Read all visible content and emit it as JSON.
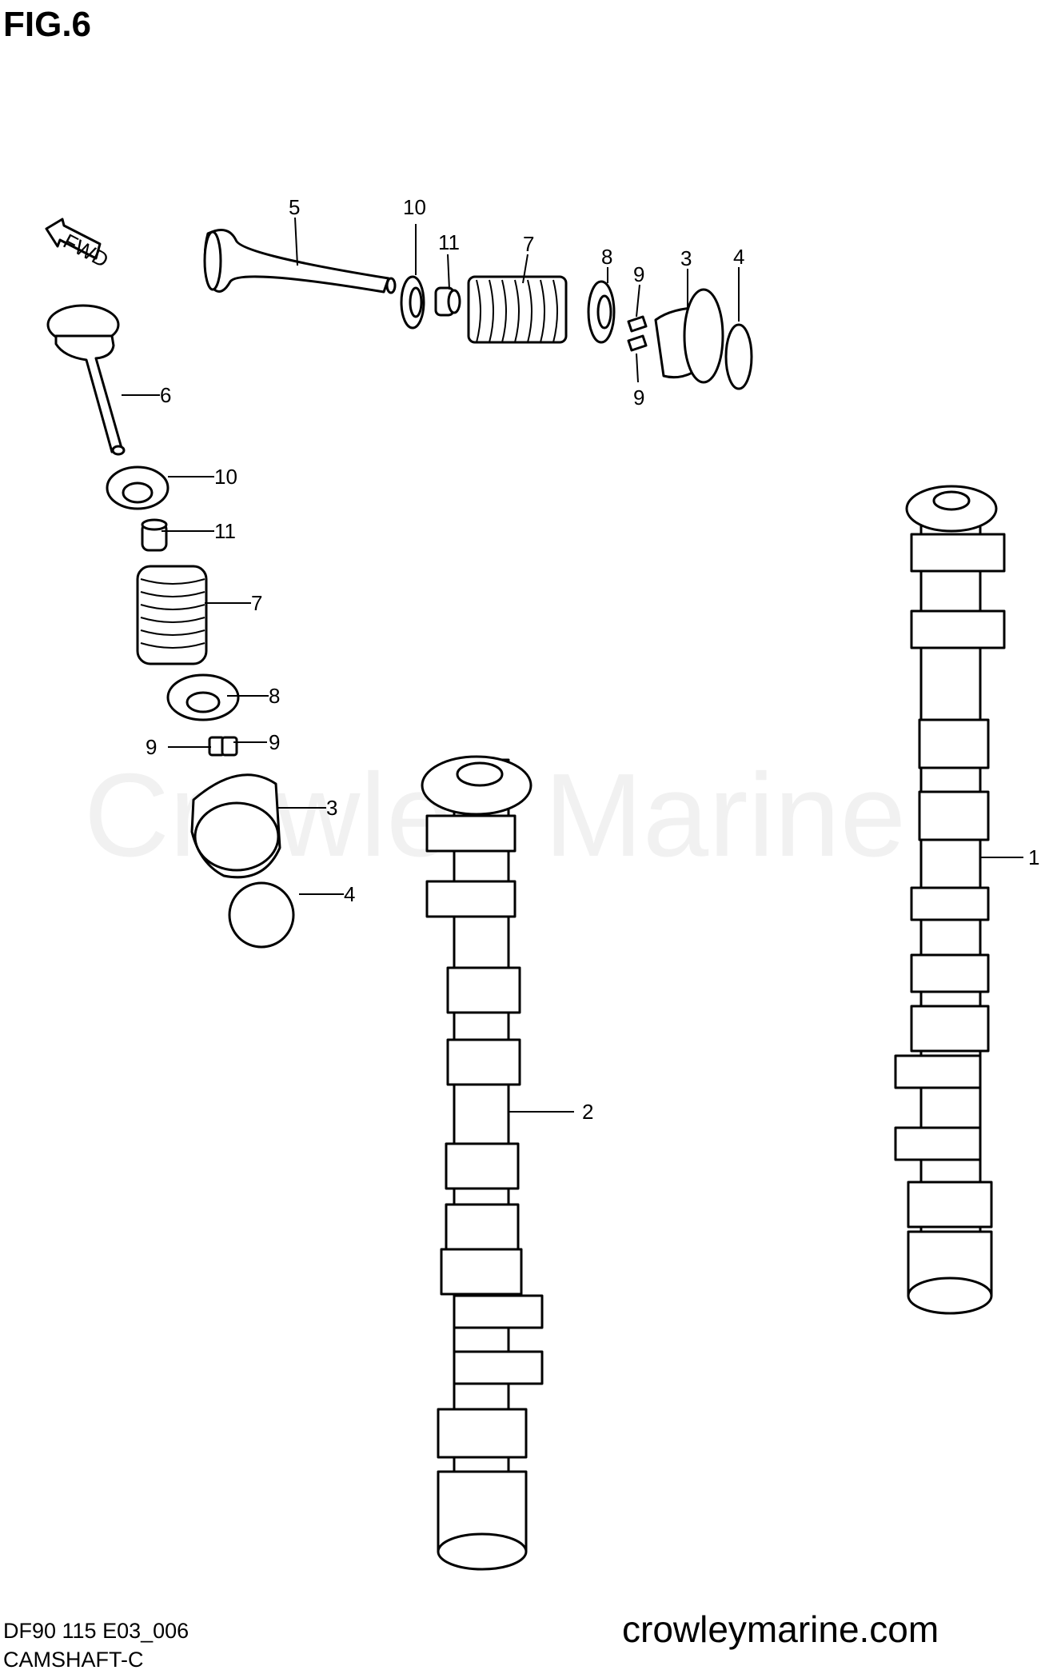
{
  "figure": {
    "title": "FIG.6"
  },
  "footer": {
    "model_code": "DF90 115 E03_006",
    "section_name": "CAMSHAFT-C",
    "website": "crowleymarine.com"
  },
  "watermark": "Crowley Marine",
  "direction_marker": {
    "label": "FWD",
    "icon": "arrow-left-icon"
  },
  "callouts": [
    {
      "part": "1"
    },
    {
      "part": "2"
    },
    {
      "part": "3"
    },
    {
      "part": "3"
    },
    {
      "part": "4"
    },
    {
      "part": "4"
    },
    {
      "part": "5"
    },
    {
      "part": "6"
    },
    {
      "part": "7"
    },
    {
      "part": "7"
    },
    {
      "part": "8"
    },
    {
      "part": "8"
    },
    {
      "part": "9"
    },
    {
      "part": "9"
    },
    {
      "part": "9"
    },
    {
      "part": "9"
    },
    {
      "part": "10"
    },
    {
      "part": "10"
    },
    {
      "part": "11"
    },
    {
      "part": "11"
    }
  ]
}
